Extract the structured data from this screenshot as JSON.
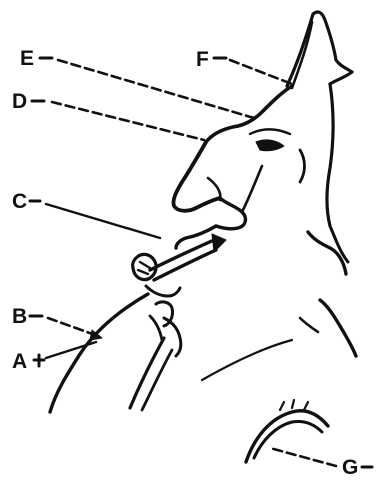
{
  "labels": {
    "a": "A",
    "b": "B",
    "c": "C",
    "d": "D",
    "e": "E",
    "f": "F",
    "g": "G"
  },
  "colors": {
    "ink": "#111111",
    "paper": "#ffffff"
  }
}
